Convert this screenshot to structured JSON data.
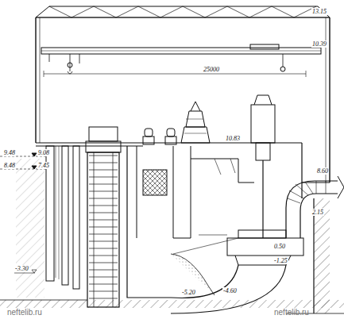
{
  "diagram": {
    "labels": [
      "13.15",
      "10.39",
      "25000",
      "10.83",
      "9.48",
      "9.08",
      "8.48",
      "7.45",
      "8.60",
      "2.15",
      "0.50",
      "-1.25",
      "-3.30",
      "-5.20",
      "-4.60",
      "neftelib.ru",
      "neftelib.ru"
    ]
  }
}
